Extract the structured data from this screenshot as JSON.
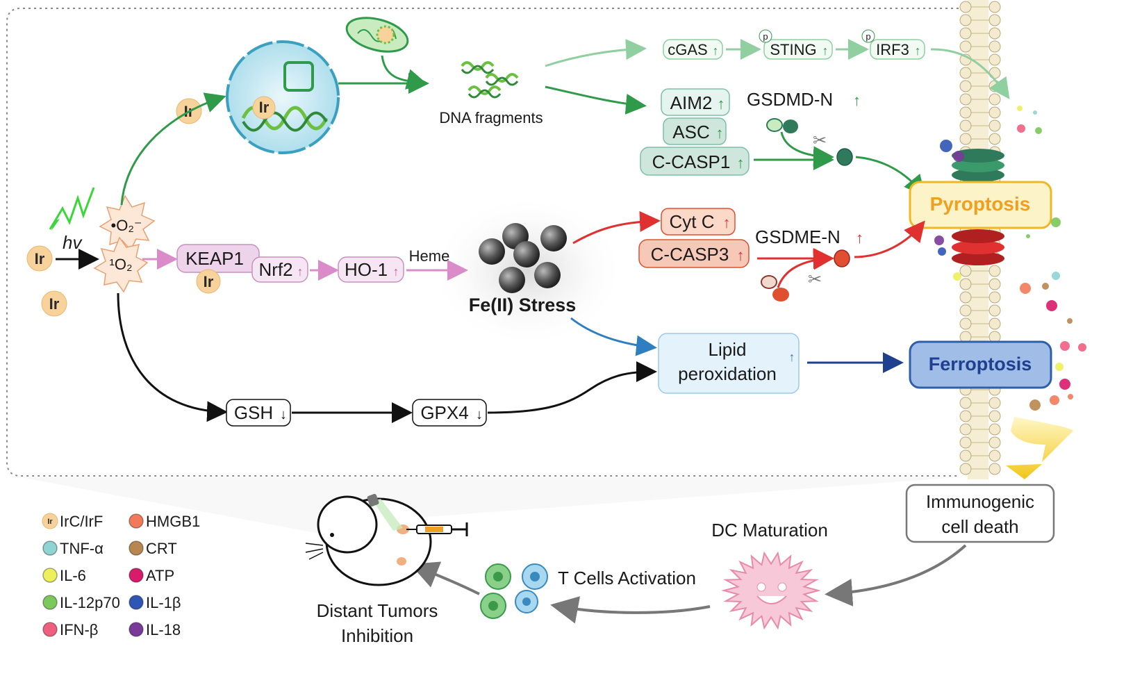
{
  "ir_label": "Ir",
  "hv_label": "hv",
  "superoxide": "•O₂⁻",
  "singlet_oxygen": "¹O₂",
  "dna_fragments": "DNA fragments",
  "cgas": "cGAS",
  "sting": "STING",
  "irf3": "IRF3",
  "phospho": "p",
  "aim2": "AIM2",
  "asc": "ASC",
  "c_casp1": "C-CASP1",
  "gsdmd_n": "GSDMD-N",
  "keap1": "KEAP1",
  "nrf2": "Nrf2",
  "ho1": "HO-1",
  "heme": "Heme",
  "fe_stress": "Fe(II) Stress",
  "cyt_c": "Cyt C",
  "c_casp3": "C-CASP3",
  "gsdme_n": "GSDME-N",
  "lipid_line1": "Lipid",
  "lipid_line2": "peroxidation",
  "gsh": "GSH",
  "gpx4": "GPX4",
  "pyroptosis": "Pyroptosis",
  "ferroptosis": "Ferroptosis",
  "icd_line1": "Immunogenic",
  "icd_line2": "cell death",
  "dc_maturation": "DC Maturation",
  "t_cells": "T Cells Activation",
  "distant_line1": "Distant Tumors",
  "distant_line2": "Inhibition",
  "legend": [
    {
      "label": "IrC/IrF",
      "color": "#f7d29a",
      "icon": "ir-icon"
    },
    {
      "label": "HMGB1",
      "color": "#f27a5a"
    },
    {
      "label": "TNF-α",
      "color": "#8fd3d3"
    },
    {
      "label": "CRT",
      "color": "#b8864f"
    },
    {
      "label": "IL-6",
      "color": "#eef05a"
    },
    {
      "label": "ATP",
      "color": "#d81b6a"
    },
    {
      "label": "IL-12p70",
      "color": "#7ac95a"
    },
    {
      "label": "IL-1β",
      "color": "#2f55b5"
    },
    {
      "label": "IFN-β",
      "color": "#ef5f7f"
    },
    {
      "label": "IL-18",
      "color": "#7a3a9a"
    }
  ],
  "colors": {
    "green": "#2e9a4a",
    "light_green": "#8fcfa0",
    "red": "#e03030",
    "pink": "#d98cc8",
    "blue": "#2f7fc0",
    "navy": "#1f3f8f",
    "gray_arrow": "#777777",
    "pyro_fill": "#fdf3c8",
    "pyro_text": "#f0a020",
    "ferro_fill": "#9fbde6",
    "ferro_text": "#1f3f8f"
  }
}
